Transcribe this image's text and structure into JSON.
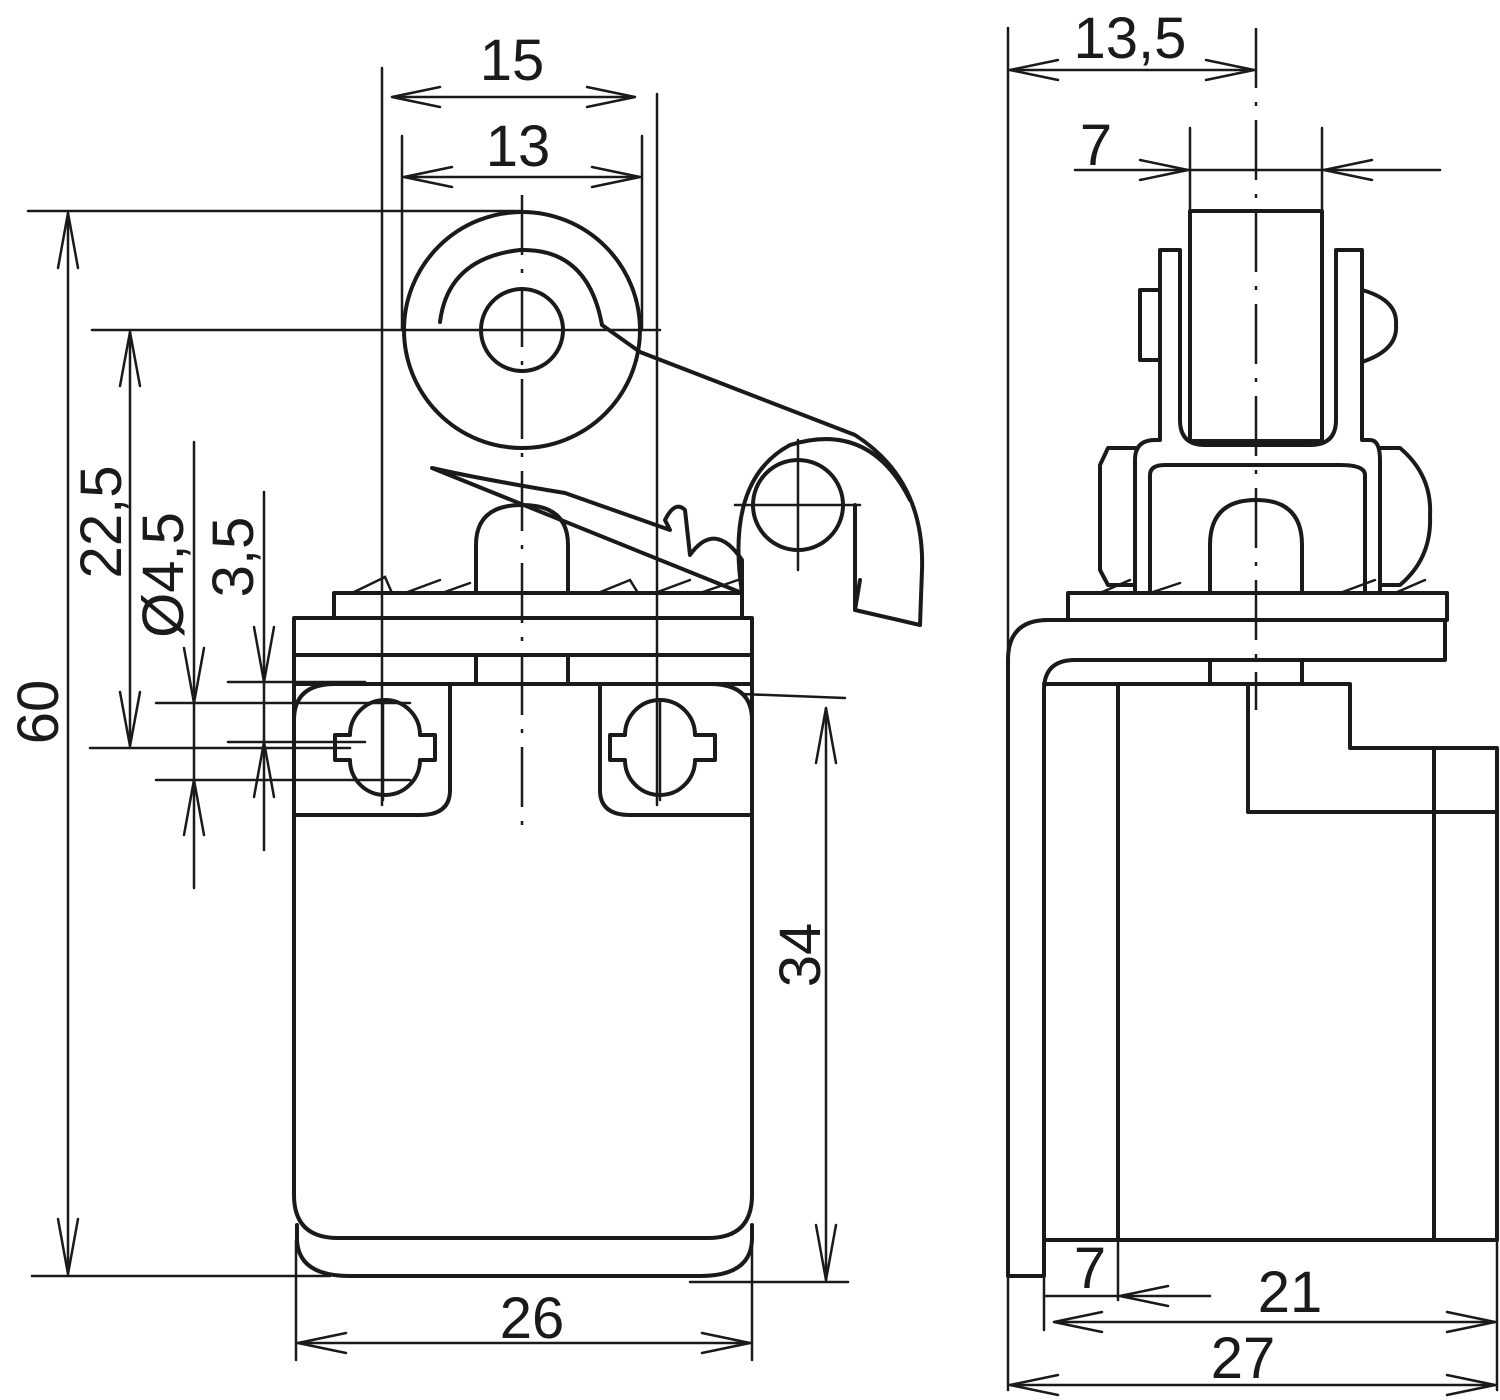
{
  "front_view": {
    "dims": {
      "width_15": "15",
      "width_13": "13",
      "height_60": "60",
      "height_22_5": "22,5",
      "hole_dia": "Ø4,5",
      "slot_3_5": "3,5",
      "height_34": "34",
      "width_26": "26"
    }
  },
  "side_view": {
    "dims": {
      "width_13_5": "13,5",
      "width_7_top": "7",
      "width_7_bottom": "7",
      "width_21": "21",
      "width_27": "27"
    }
  }
}
